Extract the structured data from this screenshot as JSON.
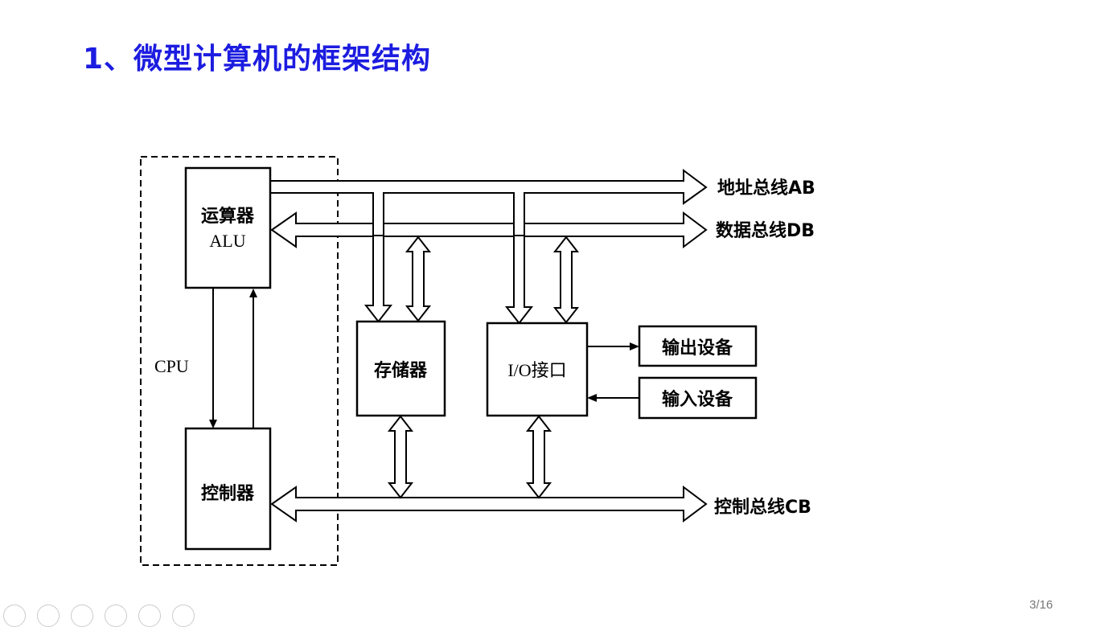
{
  "title": "1、微型计算机的框架结构",
  "page_indicator": "3/16",
  "diagram": {
    "cpu_label": "CPU",
    "alu_cn": "运算器",
    "alu_en": "ALU",
    "controller": "控制器",
    "memory": "存储器",
    "io_interface": "I/O接口",
    "output_device": "输出设备",
    "input_device": "输入设备",
    "address_bus": "地址总线AB",
    "data_bus": "数据总线DB",
    "control_bus": "控制总线CB"
  }
}
